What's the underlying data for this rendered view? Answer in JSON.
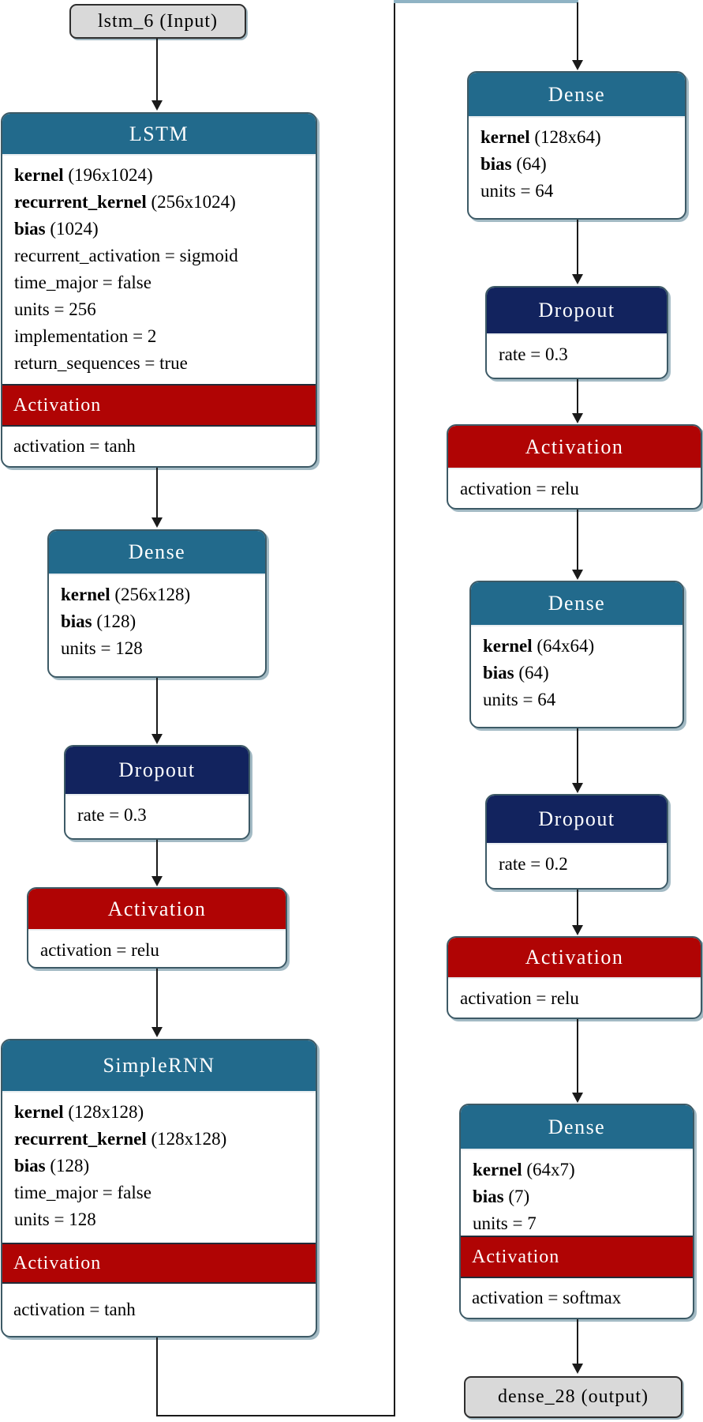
{
  "terminals": {
    "input": "lstm_6 (Input)",
    "output": "dense_28 (output)"
  },
  "blocks": {
    "lstm": {
      "title": "LSTM",
      "rows": [
        {
          "b": "kernel",
          "r": " (196x1024)"
        },
        {
          "b": "recurrent_kernel",
          "r": " (256x1024)"
        },
        {
          "b": "bias",
          "r": " (1024)"
        },
        {
          "b": "",
          "r": "recurrent_activation = sigmoid"
        },
        {
          "b": "",
          "r": "time_major = false"
        },
        {
          "b": "",
          "r": "units = 256"
        },
        {
          "b": "",
          "r": "implementation = 2"
        },
        {
          "b": "",
          "r": "return_sequences = true"
        }
      ],
      "bar": "Activation",
      "tail": "activation = tanh"
    },
    "dense1": {
      "title": "Dense",
      "rows": [
        {
          "b": "kernel",
          "r": " (256x128)"
        },
        {
          "b": "bias",
          "r": " (128)"
        },
        {
          "b": "",
          "r": "units = 128"
        }
      ]
    },
    "dropout1": {
      "title": "Dropout",
      "rows": [
        {
          "b": "",
          "r": "rate = 0.3"
        }
      ]
    },
    "act1": {
      "title": "Activation",
      "rows": [
        {
          "b": "",
          "r": "activation = relu"
        }
      ]
    },
    "rnn": {
      "title": "SimpleRNN",
      "rows": [
        {
          "b": "kernel",
          "r": " (128x128)"
        },
        {
          "b": "recurrent_kernel",
          "r": " (128x128)"
        },
        {
          "b": "bias",
          "r": " (128)"
        },
        {
          "b": "",
          "r": "time_major = false"
        },
        {
          "b": "",
          "r": "units = 128"
        }
      ],
      "bar": "Activation",
      "tail": "activation = tanh"
    },
    "dense2": {
      "title": "Dense",
      "rows": [
        {
          "b": "kernel",
          "r": " (128x64)"
        },
        {
          "b": "bias",
          "r": " (64)"
        },
        {
          "b": "",
          "r": "units = 64"
        }
      ]
    },
    "dropout2": {
      "title": "Dropout",
      "rows": [
        {
          "b": "",
          "r": "rate = 0.3"
        }
      ]
    },
    "act2": {
      "title": "Activation",
      "rows": [
        {
          "b": "",
          "r": "activation = relu"
        }
      ]
    },
    "dense3": {
      "title": "Dense",
      "rows": [
        {
          "b": "kernel",
          "r": " (64x64)"
        },
        {
          "b": "bias",
          "r": " (64)"
        },
        {
          "b": "",
          "r": "units = 64"
        }
      ]
    },
    "dropout3": {
      "title": "Dropout",
      "rows": [
        {
          "b": "",
          "r": "rate = 0.2"
        }
      ]
    },
    "act3": {
      "title": "Activation",
      "rows": [
        {
          "b": "",
          "r": "activation = relu"
        }
      ]
    },
    "dense4": {
      "title": "Dense",
      "rows": [
        {
          "b": "kernel",
          "r": " (64x7)"
        },
        {
          "b": "bias",
          "r": " (7)"
        },
        {
          "b": "",
          "r": "units = 7"
        }
      ],
      "bar": "Activation",
      "tail": "activation = softmax"
    }
  },
  "colors": {
    "layer_header": "#226a8c",
    "dropout_header": "#12235e",
    "activation_header": "#b00404",
    "terminal_fill": "#d9d9d9",
    "edge": "#1a1a1a",
    "box_border": "#3d5a66",
    "clipped_edge": "#8fb3c4"
  }
}
